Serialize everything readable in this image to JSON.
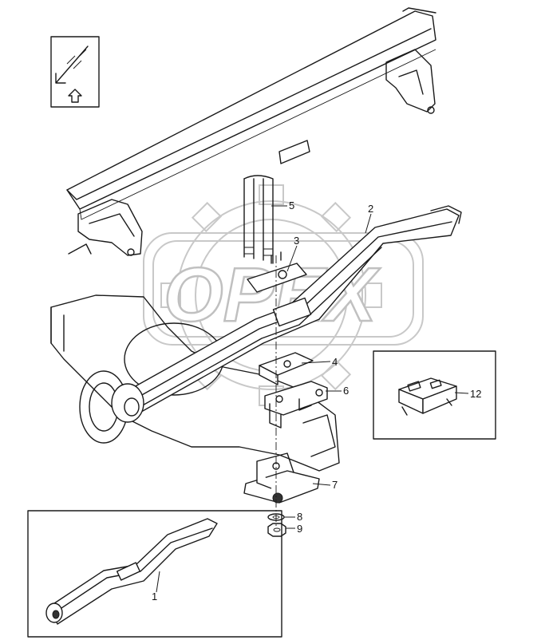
{
  "watermark": {
    "text": "OPEX"
  },
  "callouts": {
    "c1": "1",
    "c2": "2",
    "c3": "3",
    "c4": "4",
    "c5": "5",
    "c6": "6",
    "c7": "7",
    "c8": "8",
    "c9": "9",
    "c12": "12"
  },
  "icons": {
    "orientation_badge": "front-direction-arrow-icon",
    "gear": "gear-watermark-icon"
  }
}
